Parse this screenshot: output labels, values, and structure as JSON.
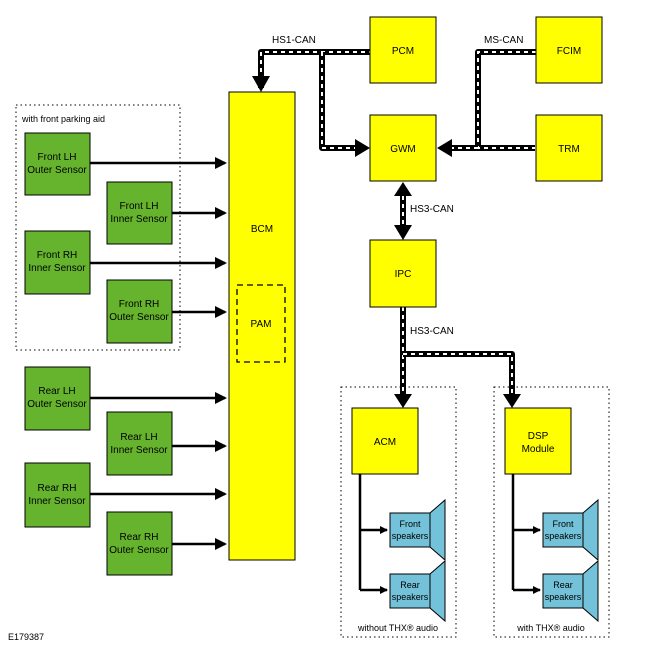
{
  "modules": {
    "pcm": "PCM",
    "fcim": "FCIM",
    "gwm": "GWM",
    "trm": "TRM",
    "bcm": "BCM",
    "pam": "PAM",
    "ipc": "IPC",
    "acm": "ACM",
    "dsp_line1": "DSP",
    "dsp_line2": "Module"
  },
  "buses": {
    "hs1": "HS1-CAN",
    "ms": "MS-CAN",
    "hs3_top": "HS3-CAN",
    "hs3_bottom": "HS3-CAN"
  },
  "groups": {
    "front_parking": "with front parking aid",
    "without_thx": "without THX® audio",
    "with_thx": "with THX® audio"
  },
  "sensors": {
    "front_lh_outer": [
      "Front LH",
      "Outer Sensor"
    ],
    "front_lh_inner": [
      "Front LH",
      "Inner Sensor"
    ],
    "front_rh_inner": [
      "Front RH",
      "Inner Sensor"
    ],
    "front_rh_outer": [
      "Front RH",
      "Outer Sensor"
    ],
    "rear_lh_outer": [
      "Rear LH",
      "Outer Sensor"
    ],
    "rear_lh_inner": [
      "Rear LH",
      "Inner Sensor"
    ],
    "rear_rh_inner": [
      "Rear RH",
      "Inner Sensor"
    ],
    "rear_rh_outer": [
      "Rear RH",
      "Outer Sensor"
    ]
  },
  "speakers": {
    "acm_front": [
      "Front",
      "speakers"
    ],
    "acm_rear": [
      "Rear",
      "speakers"
    ],
    "dsp_front": [
      "Front",
      "speakers"
    ],
    "dsp_rear": [
      "Rear",
      "speakers"
    ]
  },
  "figure_id": "E179387",
  "colors": {
    "module": "#ffff00",
    "sensor": "#66b32e",
    "speaker": "#73c2d9"
  }
}
